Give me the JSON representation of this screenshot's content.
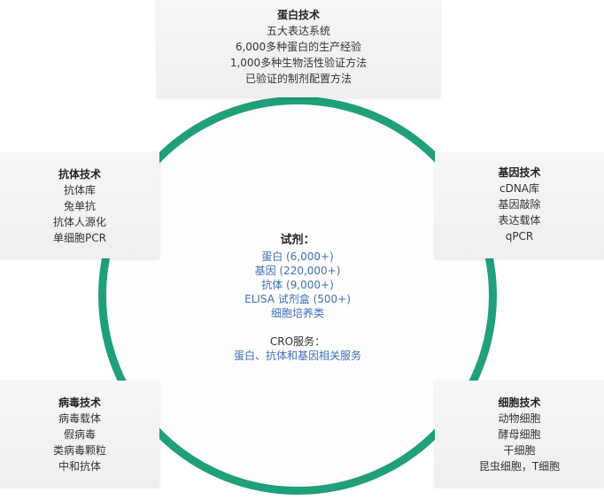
{
  "center": {
    "title": "试剂：",
    "reagents": [
      "蛋白 (6,000+)",
      "基因 (220,000+)",
      "抗体 (9,000+)",
      "ELISA 试剂盒 (500+)",
      "细胞培养类"
    ],
    "cro_label": "CRO服务：",
    "cro_service": "蛋白、抗体和基因相关服务"
  },
  "protein": {
    "title": "蛋白技术",
    "items": [
      "五大表达系统",
      "6,000多种蛋白的生产经验",
      "1,000多种生物活性验证方法",
      "已验证的制剂配置方法"
    ]
  },
  "antibody": {
    "title": "抗体技术",
    "items": [
      "抗体库",
      "兔单抗",
      "抗体人源化",
      "单细胞PCR"
    ]
  },
  "gene": {
    "title": "基因技术",
    "items": [
      "cDNA库",
      "基因敲除",
      "表达载体",
      "qPCR"
    ]
  },
  "virus": {
    "title": "病毒技术",
    "items": [
      "病毒载体",
      "假病毒",
      "类病毒颗粒",
      "中和抗体"
    ]
  },
  "cell": {
    "title": "细胞技术",
    "items": [
      "动物细胞",
      "酵母细胞",
      "干细胞",
      "昆虫细胞，T细胞"
    ]
  }
}
